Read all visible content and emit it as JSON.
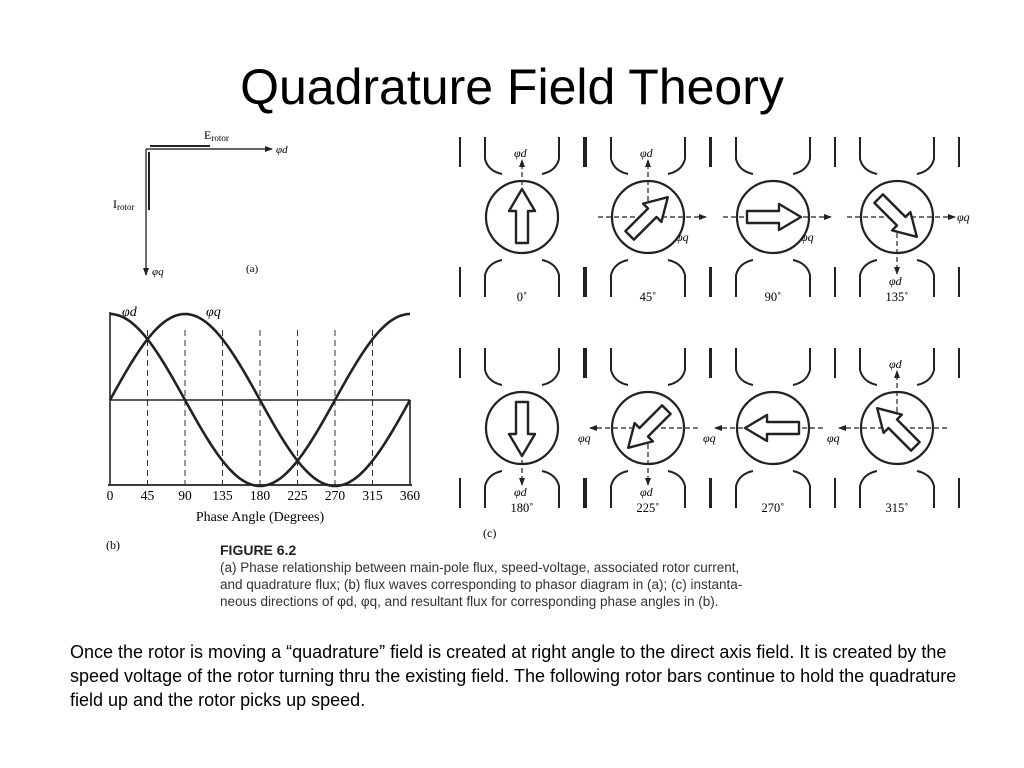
{
  "title": "Quadrature Field Theory",
  "phasor": {
    "e_label": "E",
    "e_sub": "rotor",
    "i_label": "I",
    "i_sub": "rotor",
    "phi_d": "φd",
    "phi_q": "φq",
    "tag": "(a)"
  },
  "waves": {
    "phi_d": "φd",
    "phi_q": "φq",
    "x_ticks": [
      "0",
      "45",
      "90",
      "135",
      "180",
      "225",
      "270",
      "315",
      "360"
    ],
    "xlabel": "Phase Angle (Degrees)",
    "tag": "(b)"
  },
  "rotors": {
    "tag": "(c)",
    "items": [
      {
        "angle_label": "0˚",
        "phi_labels": [
          "φd"
        ]
      },
      {
        "angle_label": "45˚",
        "phi_labels": [
          "φd",
          "φq"
        ]
      },
      {
        "angle_label": "90˚",
        "phi_labels": [
          "φq"
        ]
      },
      {
        "angle_label": "135˚",
        "phi_labels": [
          "φq",
          "φd"
        ]
      },
      {
        "angle_label": "180˚",
        "phi_labels": [
          "φd"
        ]
      },
      {
        "angle_label": "225˚",
        "phi_labels": [
          "φq",
          "φd"
        ]
      },
      {
        "angle_label": "270˚",
        "phi_labels": [
          "φq"
        ]
      },
      {
        "angle_label": "315˚",
        "phi_labels": [
          "φd",
          "φq"
        ]
      }
    ]
  },
  "caption": {
    "figure": "FIGURE 6.2",
    "line1": "(a) Phase relationship between main-pole flux, speed-voltage, associated rotor current,",
    "line2": "and quadrature flux; (b) flux waves corresponding to phasor diagram in (a); (c) instanta-",
    "line3": "neous directions of φd, φq, and resultant flux for corresponding phase angles in (b)."
  },
  "body": {
    "text": "Once the rotor is moving a “quadrature” field is created at right angle to the direct axis field.  It is created by the speed voltage of the rotor turning thru the existing field.  The following rotor bars continue to hold the quadrature field up and the rotor picks up speed."
  }
}
